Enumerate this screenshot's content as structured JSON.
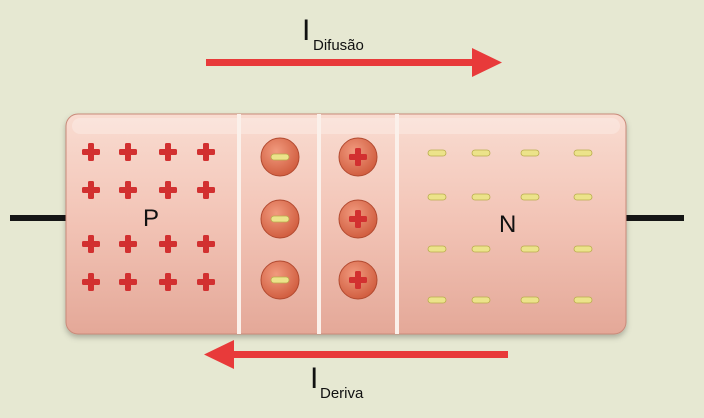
{
  "labels": {
    "diffusion_main": "I",
    "diffusion_sub": "Difusão",
    "drift_main": "I",
    "drift_sub": "Deriva",
    "p_region": "P",
    "n_region": "N"
  },
  "colors": {
    "background": "#e6e8d2",
    "body": "#f2c3b5",
    "arrow": "#e83a3a",
    "plus_sign": "#d23030",
    "minus_dash": "#ece38a",
    "ion": "#e06a4c",
    "wire": "#151515"
  },
  "icons": {
    "p_carrier": "plus-sign",
    "n_carrier": "minus-dash",
    "depletion_negative_ion": "minus-circle",
    "depletion_positive_ion": "plus-circle"
  }
}
